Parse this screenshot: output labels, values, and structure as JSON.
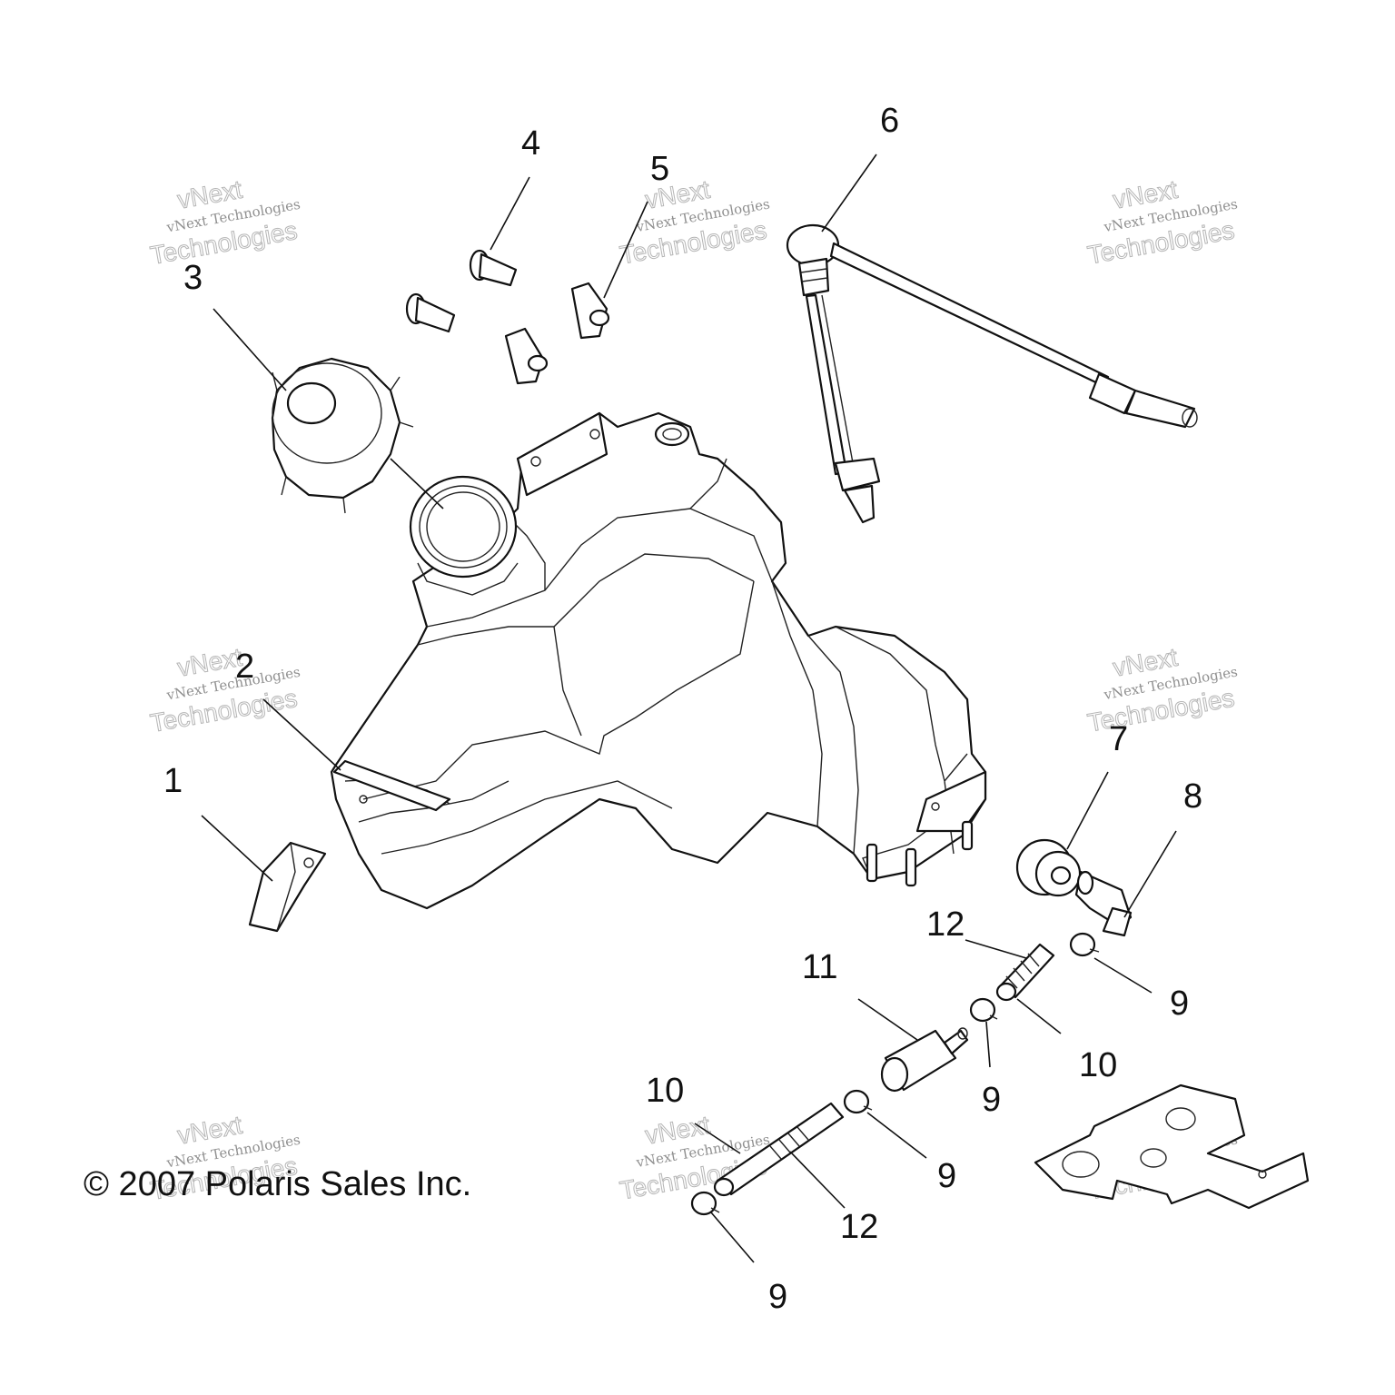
{
  "copyright": "© 2007 Polaris Sales Inc.",
  "watermark": {
    "line1": "vNext",
    "line2": "vNext Technologies",
    "line3": "Technologies"
  },
  "callouts": [
    {
      "id": "c1",
      "label": "1"
    },
    {
      "id": "c2",
      "label": "2"
    },
    {
      "id": "c3",
      "label": "3"
    },
    {
      "id": "c4",
      "label": "4"
    },
    {
      "id": "c5",
      "label": "5"
    },
    {
      "id": "c6",
      "label": "6"
    },
    {
      "id": "c7",
      "label": "7"
    },
    {
      "id": "c8",
      "label": "8"
    },
    {
      "id": "c9a",
      "label": "9"
    },
    {
      "id": "c9b",
      "label": "9"
    },
    {
      "id": "c9c",
      "label": "9"
    },
    {
      "id": "c9d",
      "label": "9"
    },
    {
      "id": "c10a",
      "label": "10"
    },
    {
      "id": "c10b",
      "label": "10"
    },
    {
      "id": "c11",
      "label": "11"
    },
    {
      "id": "c12a",
      "label": "12"
    },
    {
      "id": "c12b",
      "label": "12"
    }
  ]
}
